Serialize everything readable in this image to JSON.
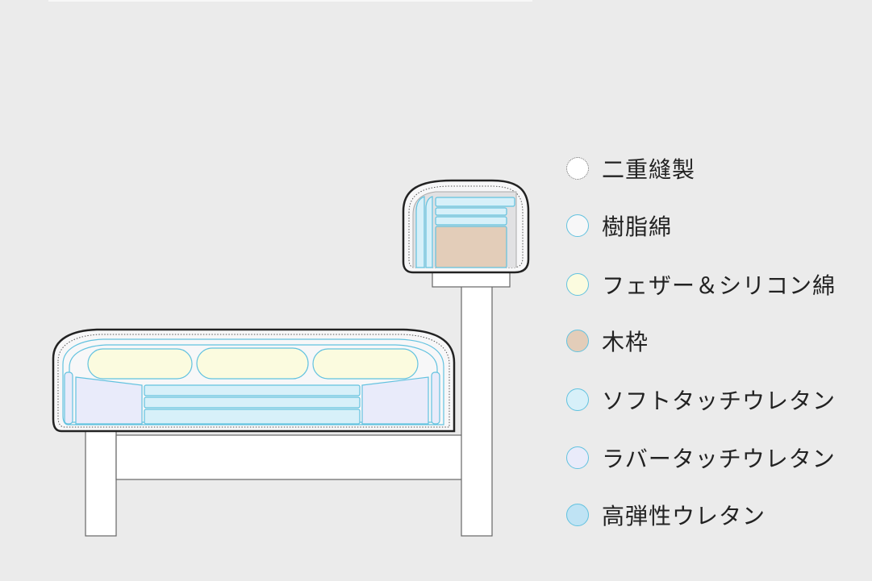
{
  "legend": {
    "items": [
      {
        "label": "二重縫製",
        "swatch_fill": "#ffffff",
        "swatch_border": "#666666",
        "dotted": true
      },
      {
        "label": "樹脂綿",
        "swatch_fill": "#f7f7f8",
        "swatch_border": "#62c2df",
        "dotted": false
      },
      {
        "label": "フェザー＆シリコン綿",
        "swatch_fill": "#fbfbdf",
        "swatch_border": "#62c2df",
        "dotted": false
      },
      {
        "label": "木枠",
        "swatch_fill": "#e3cdb9",
        "swatch_border": "#62c2df",
        "dotted": false
      },
      {
        "label": "ソフトタッチウレタン",
        "swatch_fill": "#d7f0f9",
        "swatch_border": "#62c2df",
        "dotted": false
      },
      {
        "label": "ラバータッチウレタン",
        "swatch_fill": "#e9ebfa",
        "swatch_border": "#62c2df",
        "dotted": false
      },
      {
        "label": "高弾性ウレタン",
        "swatch_fill": "#bfe3f4",
        "swatch_border": "#62c2df",
        "dotted": false
      }
    ]
  },
  "colors": {
    "background": "#ebebeb",
    "frame": "#ffffff",
    "outline": "#222222",
    "cyan": "#62c2df"
  }
}
